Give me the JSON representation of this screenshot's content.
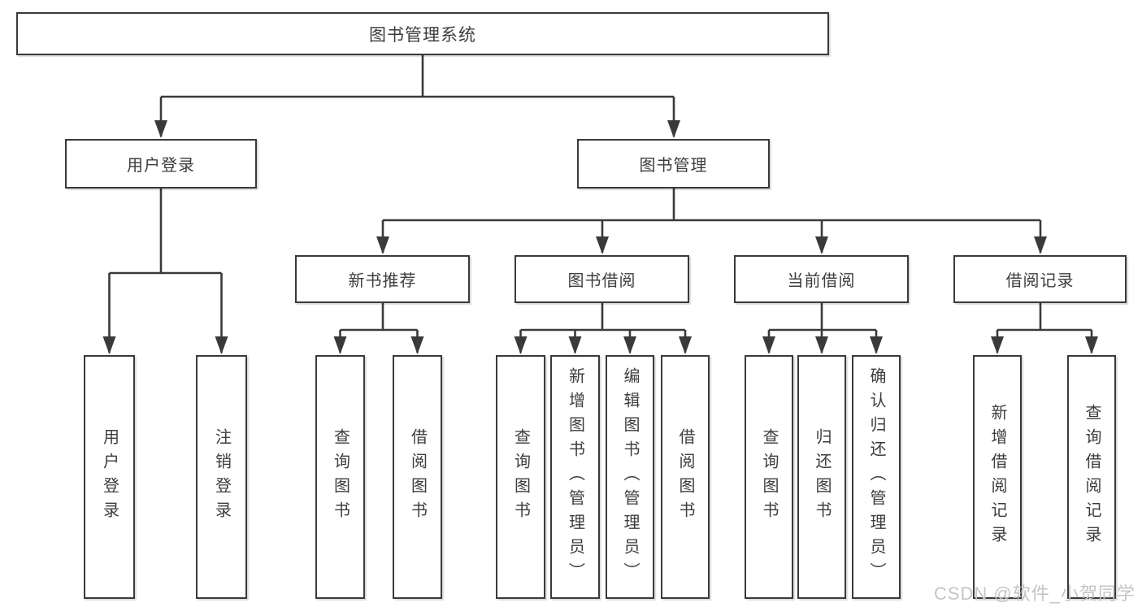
{
  "diagram": {
    "root": "图书管理系统",
    "branches": [
      {
        "label": "用户登录",
        "children": [
          "用户登录",
          "注销登录"
        ]
      },
      {
        "label": "图书管理",
        "sections": [
          {
            "label": "新书推荐",
            "children": [
              "查询图书",
              "借阅图书"
            ]
          },
          {
            "label": "图书借阅",
            "children": [
              "查询图书",
              "新增图书（管理员）",
              "编辑图书（管理员）",
              "借阅图书"
            ]
          },
          {
            "label": "当前借阅",
            "children": [
              "查询图书",
              "归还图书",
              "确认归还（管理员）"
            ]
          },
          {
            "label": "借阅记录",
            "children": [
              "新增借阅记录",
              "查询借阅记录"
            ]
          }
        ]
      }
    ],
    "watermark": "CSDN @软件_小贺同学"
  },
  "colors": {
    "line": "#3a3a3a",
    "text": "#3d3d3d",
    "watermark": "#c5c5c5",
    "background": "#ffffff"
  }
}
